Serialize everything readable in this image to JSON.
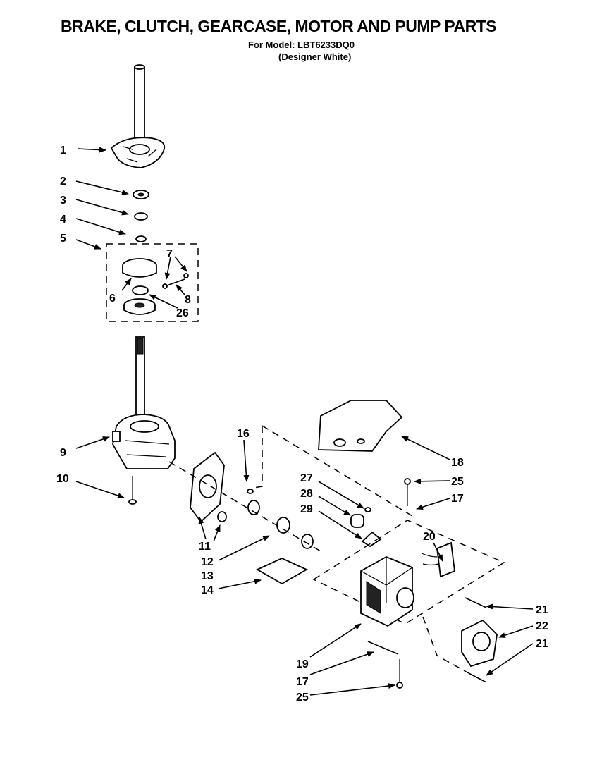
{
  "header": {
    "title": "BRAKE, CLUTCH, GEARCASE, MOTOR AND PUMP PARTS",
    "model_line": "For Model: LBT6233DQ0",
    "color_line": "(Designer White)"
  },
  "callouts": [
    {
      "id": "c1",
      "label": "1"
    },
    {
      "id": "c2",
      "label": "2"
    },
    {
      "id": "c3",
      "label": "3"
    },
    {
      "id": "c4",
      "label": "4"
    },
    {
      "id": "c5",
      "label": "5"
    },
    {
      "id": "c6",
      "label": "6"
    },
    {
      "id": "c7",
      "label": "7"
    },
    {
      "id": "c8",
      "label": "8"
    },
    {
      "id": "c26",
      "label": "26"
    },
    {
      "id": "c9",
      "label": "9"
    },
    {
      "id": "c10",
      "label": "10"
    },
    {
      "id": "c11",
      "label": "11"
    },
    {
      "id": "c12",
      "label": "12"
    },
    {
      "id": "c13",
      "label": "13"
    },
    {
      "id": "c14",
      "label": "14"
    },
    {
      "id": "c16",
      "label": "16"
    },
    {
      "id": "c18",
      "label": "18"
    },
    {
      "id": "c25a",
      "label": "25"
    },
    {
      "id": "c27",
      "label": "27"
    },
    {
      "id": "c28",
      "label": "28"
    },
    {
      "id": "c29",
      "label": "29"
    },
    {
      "id": "c17a",
      "label": "17"
    },
    {
      "id": "c20",
      "label": "20"
    },
    {
      "id": "c21a",
      "label": "21"
    },
    {
      "id": "c22",
      "label": "22"
    },
    {
      "id": "c21b",
      "label": "21"
    },
    {
      "id": "c19",
      "label": "19"
    },
    {
      "id": "c17b",
      "label": "17"
    },
    {
      "id": "c25b",
      "label": "25"
    }
  ]
}
